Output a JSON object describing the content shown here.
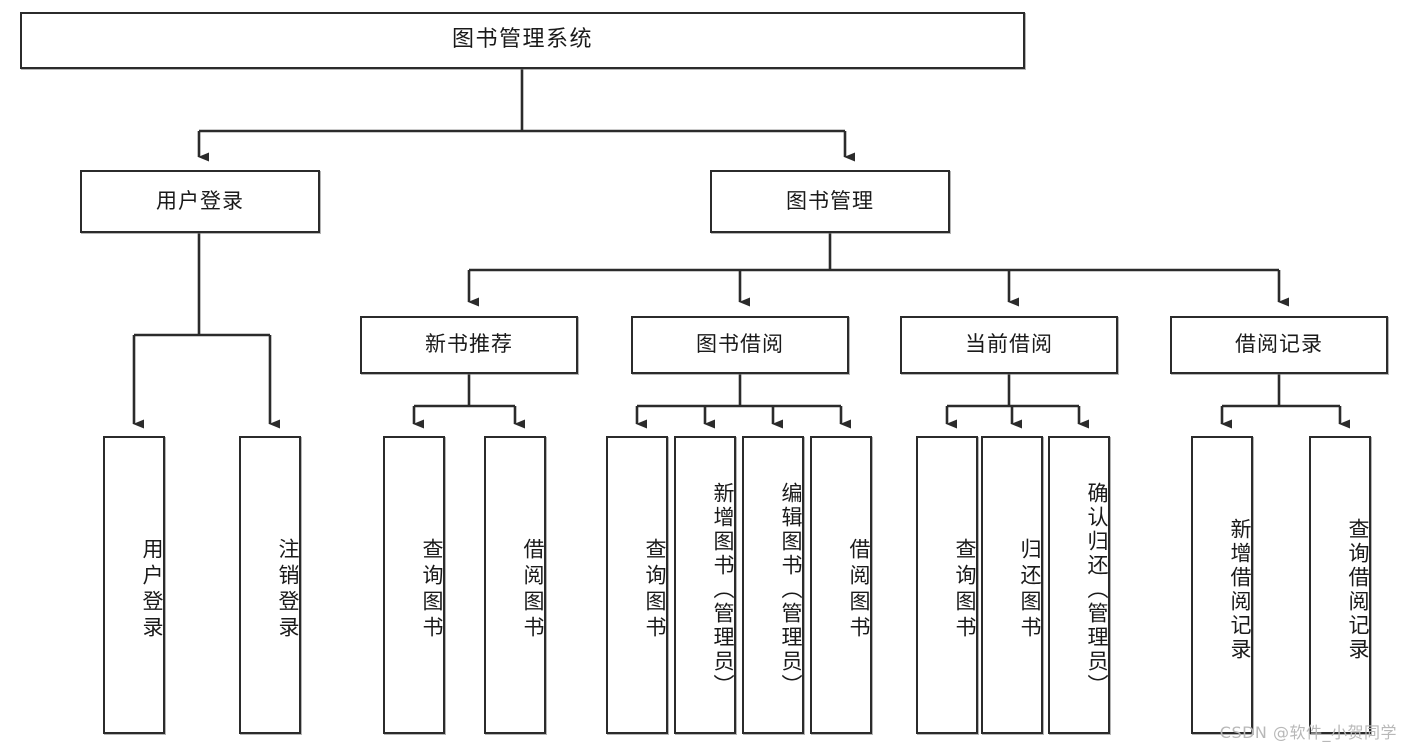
{
  "diagram": {
    "title": "图书管理系统",
    "type": "tree-hierarchy-chart",
    "watermark": "CSDN @软件_小贺同学",
    "colors": {
      "box_border": "#2b2b2b",
      "box_fill": "#ffffff",
      "connector": "#2b2b2b",
      "text": "#1a1a1a",
      "watermark": "#b8b8b8",
      "background": "#ffffff"
    },
    "root": {
      "label": "图书管理系统"
    },
    "level2": [
      {
        "label": "用户登录"
      },
      {
        "label": "图书管理"
      }
    ],
    "level3": [
      {
        "label": "新书推荐"
      },
      {
        "label": "图书借阅"
      },
      {
        "label": "当前借阅"
      },
      {
        "label": "借阅记录"
      }
    ],
    "leaves": {
      "user_login": [
        {
          "label": "用户登录"
        },
        {
          "label": "注销登录"
        }
      ],
      "new_book_recommend": [
        {
          "label": "查询图书"
        },
        {
          "label": "借阅图书"
        }
      ],
      "book_borrow": [
        {
          "label": "查询图书"
        },
        {
          "label": "新增图书（管理员）"
        },
        {
          "label": "编辑图书（管理员）"
        },
        {
          "label": "借阅图书"
        }
      ],
      "current_borrow": [
        {
          "label": "查询图书"
        },
        {
          "label": "归还图书"
        },
        {
          "label": "确认归还（管理员）"
        }
      ],
      "borrow_record": [
        {
          "label": "新增借阅记录"
        },
        {
          "label": "查询借阅记录"
        }
      ]
    }
  }
}
